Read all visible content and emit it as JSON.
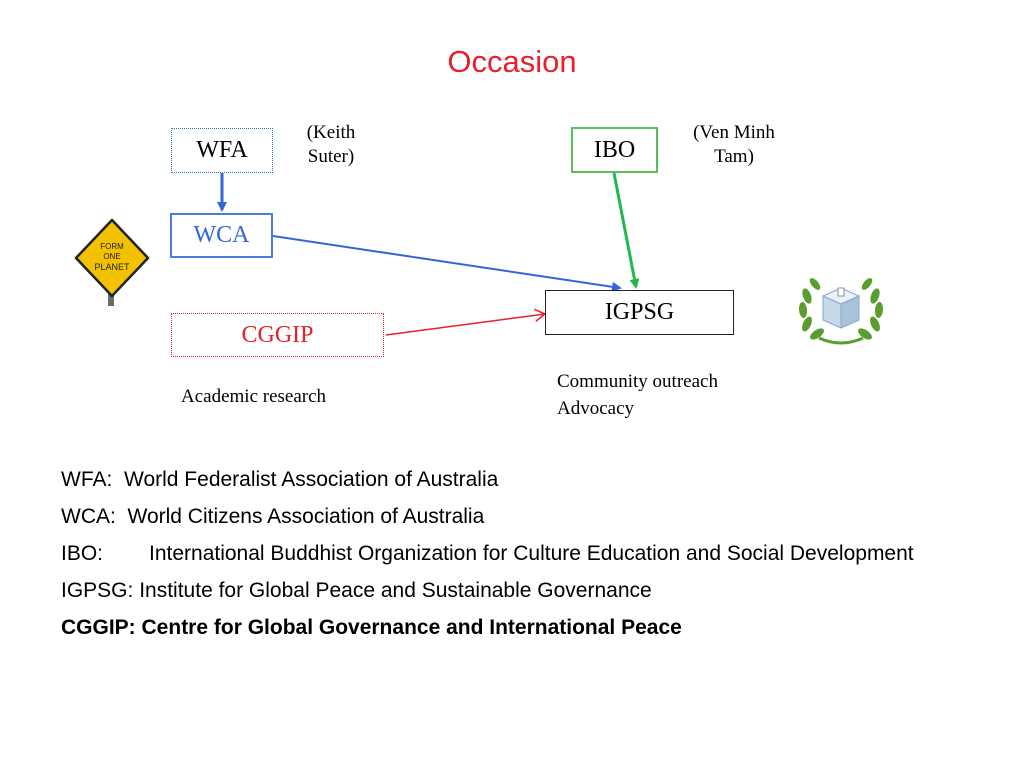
{
  "title": "Occasion",
  "nodes": {
    "wfa": "WFA",
    "wca": "WCA",
    "cggip": "CGGIP",
    "ibo": "IBO",
    "igpsg": "IGPSG"
  },
  "notes": {
    "keith_line1": "(Keith",
    "keith_line2": "Suter)",
    "ven_line1": "(Ven Minh",
    "ven_line2": "Tam)",
    "academic": "Academic research",
    "outreach_line1": "Community outreach",
    "outreach_line2": "Advocacy"
  },
  "sign": {
    "line1": "FORM",
    "line2": "ONE",
    "line3": "PLANET"
  },
  "legend": {
    "wfa_abbr": "WFA:",
    "wfa_def": "World Federalist Association of Australia",
    "wca_abbr": "WCA:",
    "wca_def": "World Citizens Association of Australia",
    "ibo_abbr": "IBO:",
    "ibo_def": "International Buddhist Organization for Culture Education and Social Development",
    "igpsg_abbr": "IGPSG:",
    "igpsg_def": "Institute for Global Peace and Sustainable Governance",
    "cggip_abbr": "CGGIP:",
    "cggip_def": "Centre for Global Governance and International Peace"
  },
  "colors": {
    "title": "#e8202a",
    "wfa_to_wca": "#3565d6",
    "wca_to_igpsg": "#3565d6",
    "ibo_to_igpsg": "#1fb84a",
    "igpsg_to_cggip": "#e8202a"
  }
}
